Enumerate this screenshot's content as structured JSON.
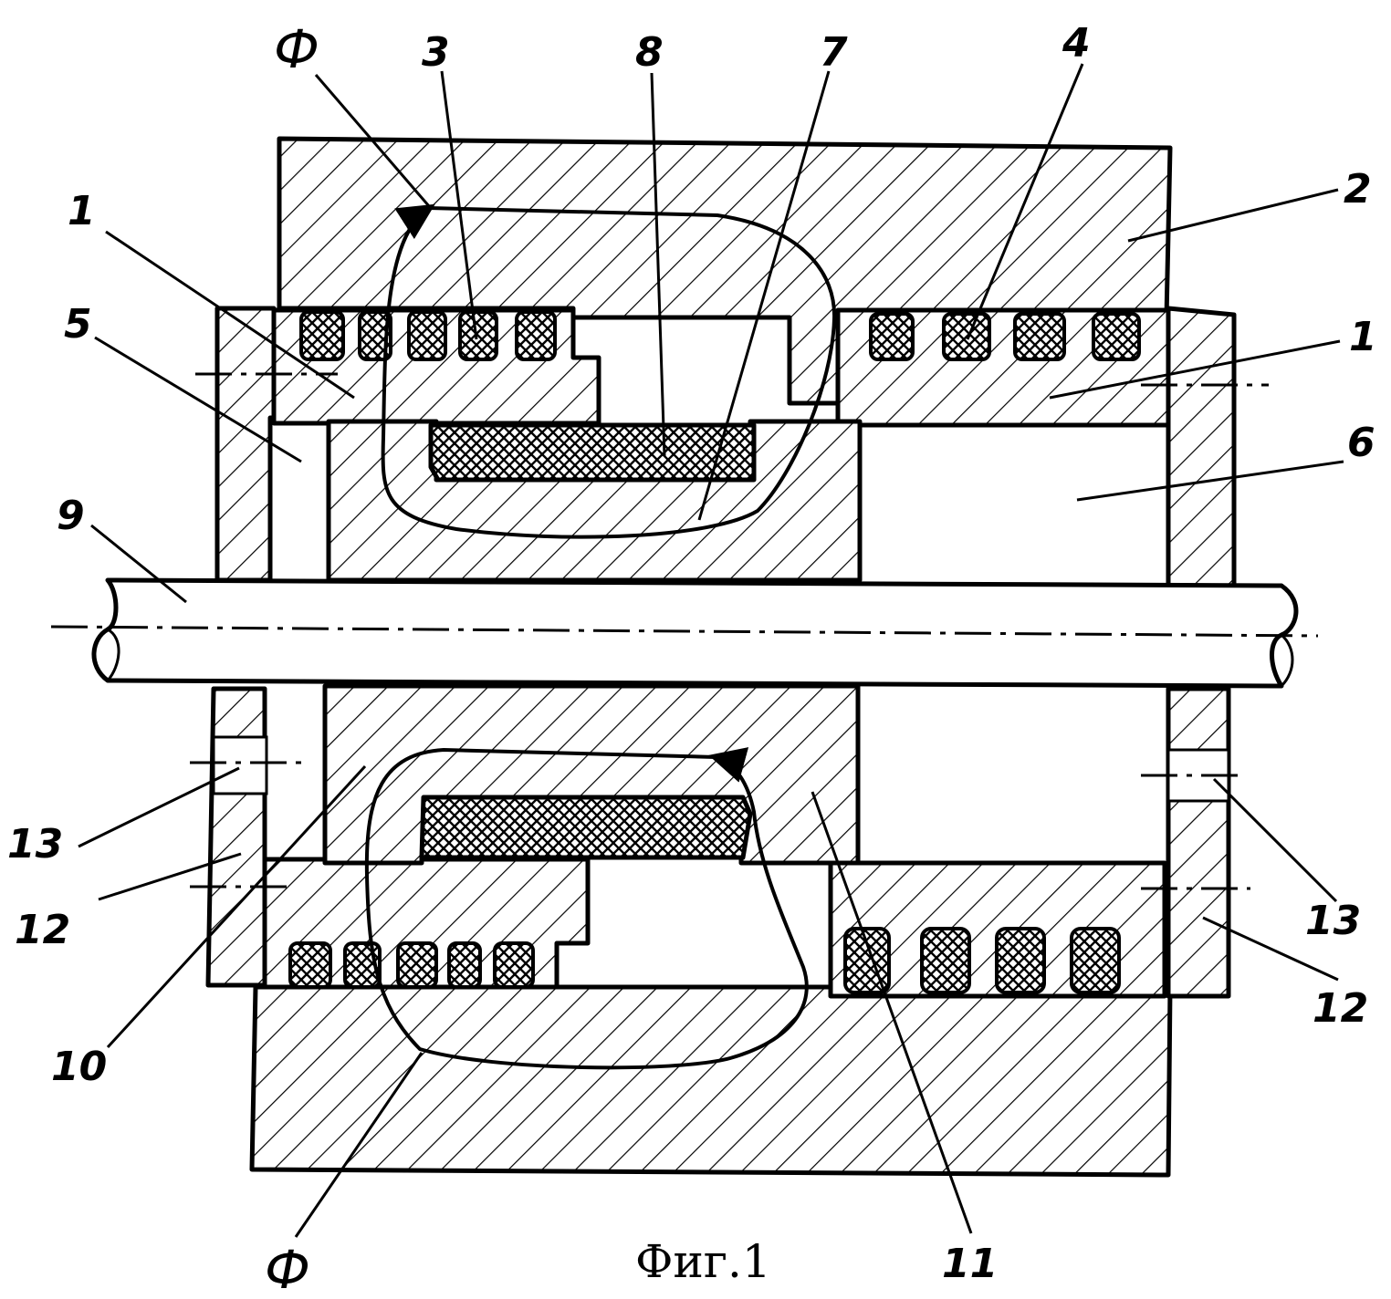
{
  "figure": {
    "caption": "Фиг.1",
    "labels": {
      "flux_top": "Ф",
      "flux_bottom": "Ф",
      "l1_left": "1",
      "l1_right": "1",
      "l2": "2",
      "l3": "3",
      "l4": "4",
      "l5": "5",
      "l6": "6",
      "l7": "7",
      "l8": "8",
      "l9": "9",
      "l10": "10",
      "l11": "11",
      "l12_left": "12",
      "l12_right": "12",
      "l13_left": "13",
      "l13_right": "13"
    }
  }
}
